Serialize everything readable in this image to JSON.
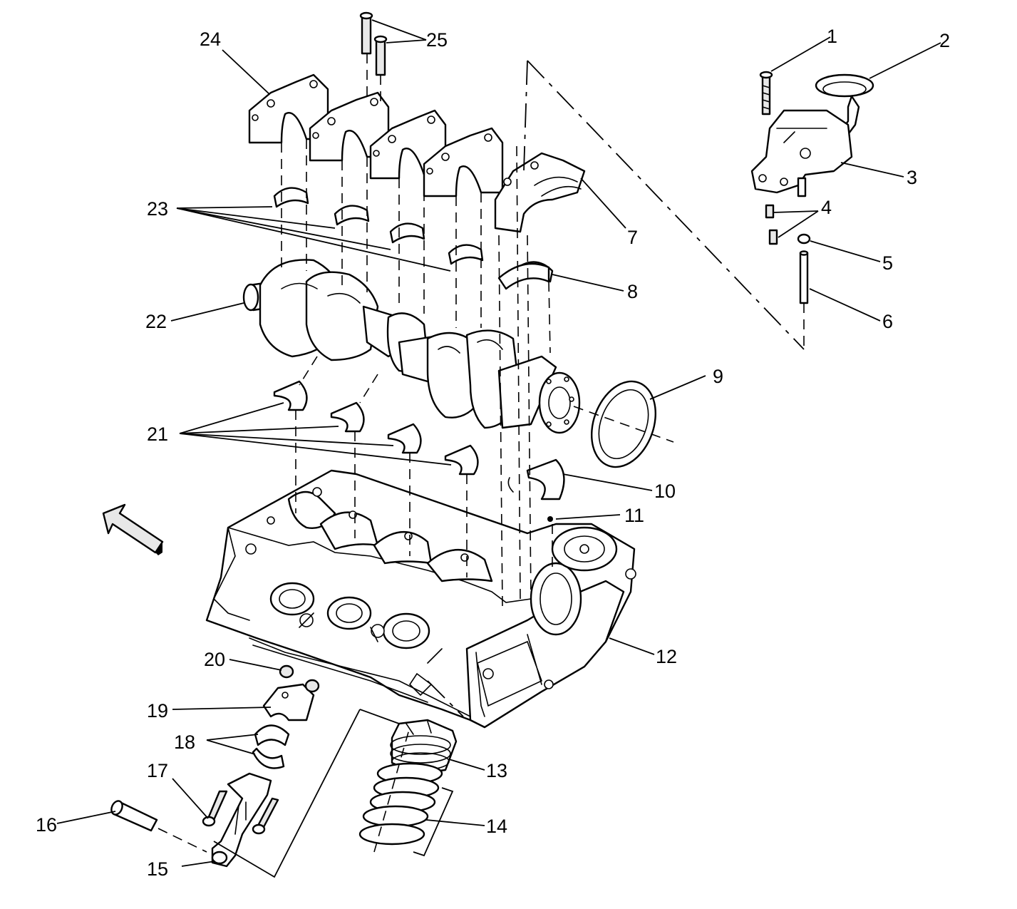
{
  "callouts": [
    {
      "id": "1",
      "label": "1"
    },
    {
      "id": "2",
      "label": "2"
    },
    {
      "id": "3",
      "label": "3"
    },
    {
      "id": "4",
      "label": "4"
    },
    {
      "id": "5",
      "label": "5"
    },
    {
      "id": "6",
      "label": "6"
    },
    {
      "id": "7",
      "label": "7"
    },
    {
      "id": "8",
      "label": "8"
    },
    {
      "id": "9",
      "label": "9"
    },
    {
      "id": "10",
      "label": "10"
    },
    {
      "id": "11",
      "label": "11"
    },
    {
      "id": "12",
      "label": "12"
    },
    {
      "id": "13",
      "label": "13"
    },
    {
      "id": "14",
      "label": "14"
    },
    {
      "id": "15",
      "label": "15"
    },
    {
      "id": "16",
      "label": "16"
    },
    {
      "id": "17",
      "label": "17"
    },
    {
      "id": "18",
      "label": "18"
    },
    {
      "id": "19",
      "label": "19"
    },
    {
      "id": "20",
      "label": "20"
    },
    {
      "id": "21",
      "label": "21"
    },
    {
      "id": "22",
      "label": "22"
    },
    {
      "id": "23",
      "label": "23"
    },
    {
      "id": "24",
      "label": "24"
    },
    {
      "id": "25",
      "label": "25"
    }
  ],
  "icons": {
    "front_arrow": "arrow-up-left-icon"
  }
}
